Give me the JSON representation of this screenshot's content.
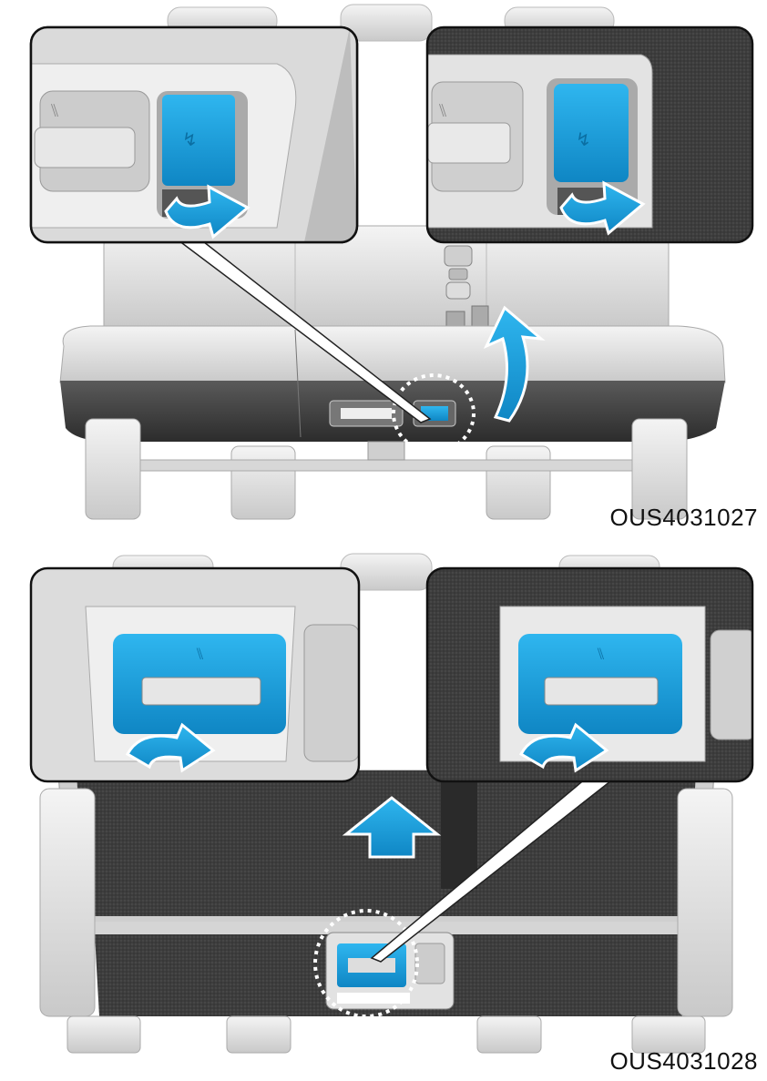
{
  "figures": [
    {
      "caption": "OUS4031027",
      "step": "fold-cushion-up",
      "icons": [
        "seat-fold-lever-icon",
        "seat-recline-icon",
        "rotate-up-arrow-icon",
        "curved-pull-arrow-icon"
      ]
    },
    {
      "caption": "OUS4031028",
      "step": "pull-seat-forward",
      "icons": [
        "seat-recline-icon",
        "seat-fold-lever-icon",
        "push-up-arrow-icon",
        "curved-pull-arrow-icon"
      ]
    }
  ],
  "colors": {
    "accent": "#1aa3df",
    "accent_dark": "#0b6fa3",
    "seat_light": "#e8e8e8",
    "carpet": "#3a3a3a"
  }
}
